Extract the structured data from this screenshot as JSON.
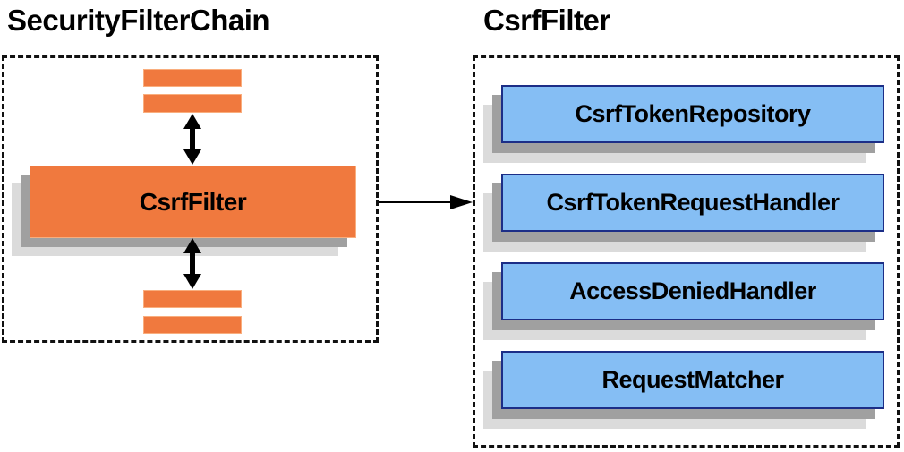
{
  "diagram": {
    "left_panel": {
      "title": "SecurityFilterChain",
      "filter_box_label": "CsrfFilter",
      "placeholder_bars": {
        "top_count": 2,
        "bottom_count": 2
      },
      "icons": [
        "double-arrow-up-down",
        "double-arrow-up-down"
      ]
    },
    "connector": {
      "icon": "right-arrow",
      "from": "CsrfFilter",
      "to": "CsrfFilter components"
    },
    "right_panel": {
      "title": "CsrfFilter",
      "components": [
        "CsrfTokenRepository",
        "CsrfTokenRequestHandler",
        "AccessDeniedHandler",
        "RequestMatcher"
      ]
    },
    "colors": {
      "orange_fill": "#F0793E",
      "blue_fill": "#85BEF4",
      "blue_border": "#1C2E87",
      "shadow_dark": "#A0A0A0",
      "shadow_light": "#DBDBDB",
      "border_dashed": "#111111",
      "text": "#000000",
      "background": "#FFFFFF"
    }
  }
}
